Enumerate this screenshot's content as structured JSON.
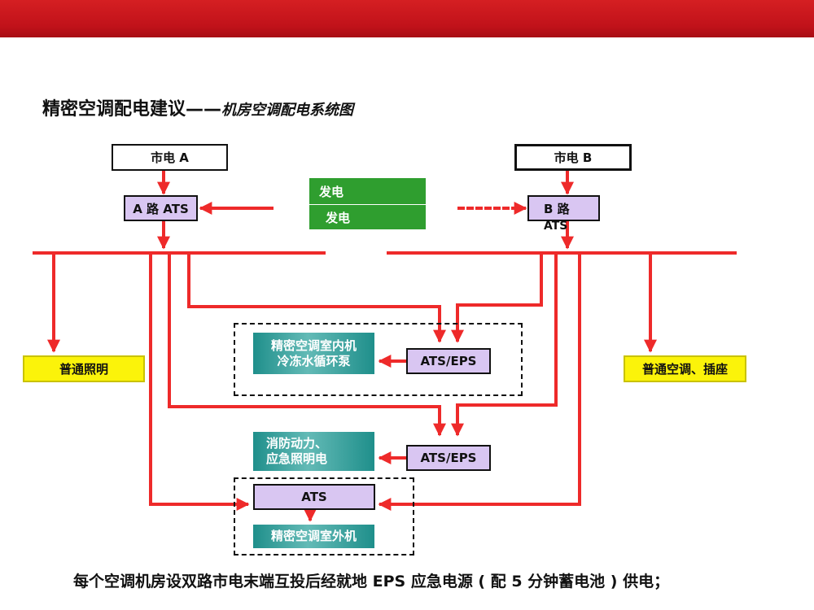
{
  "title": {
    "main": "精密空调配电建议——",
    "sub": "机房空调配电系统图"
  },
  "diagram": {
    "mains_a": "市电 A",
    "mains_b": "市电 B",
    "ats_a": "A 路 ATS",
    "ats_b_line1": "B 路",
    "ats_b_line2": "ATS",
    "generator_title": "发电",
    "generator_sub": "发电",
    "lighting": "普通照明",
    "ac_socket": "普通空调、插座",
    "indoor_unit_line1": "精密空调室内机",
    "indoor_unit_line2": "冷冻水循环泵",
    "ats_eps_1": "ATS/EPS",
    "fire_line1": "消防动力、",
    "fire_line2": "应急照明电",
    "ats_eps_2": "ATS/EPS",
    "ats_c": "ATS",
    "outdoor_unit": "精密空调室外机"
  },
  "footer": "每个空调机房设双路市电末端互投后经就地 EPS  应急电源 ( 配 5 分钟蓄电池 ) 供电；",
  "colors": {
    "header_red": "#c8161d",
    "wire_red": "#ee2a2a",
    "violet": "#d9c6f2",
    "yellow": "#fbf30a",
    "teal": "#2c9a96",
    "green": "#2f9e2f"
  }
}
